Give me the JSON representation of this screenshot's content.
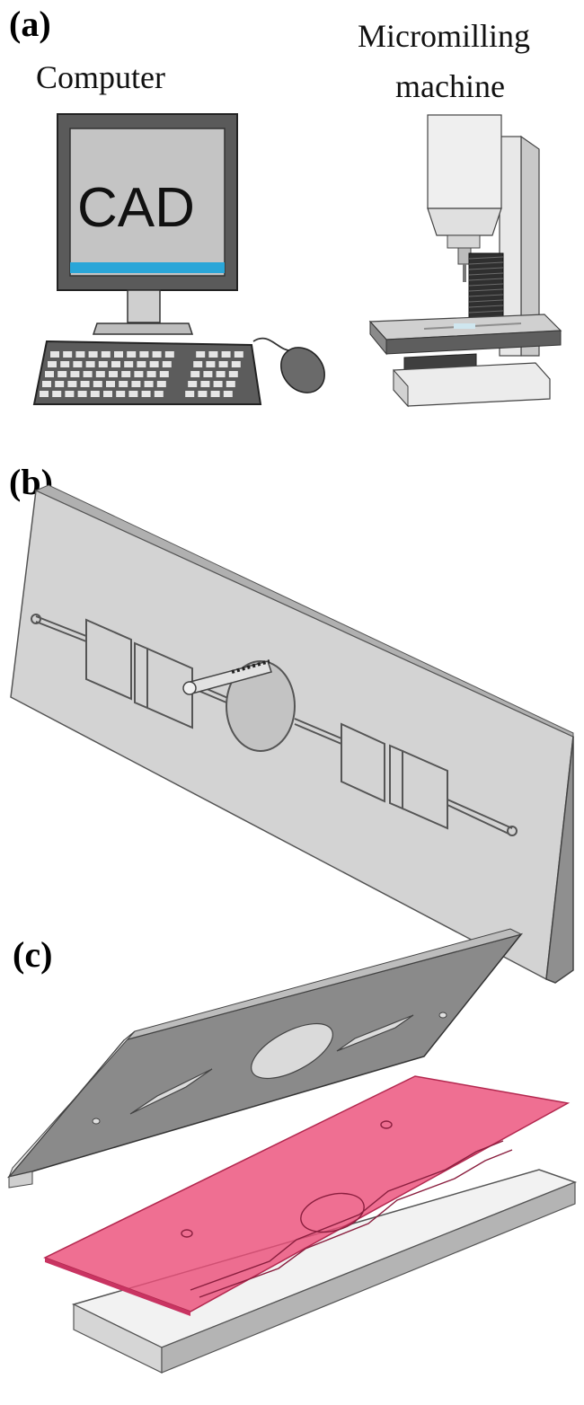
{
  "panels": [
    {
      "label": "(a)",
      "computer_caption": "Computer",
      "screen_text": "CAD",
      "machine_caption_line1": "Micromilling",
      "machine_caption_line2": "machine"
    },
    {
      "label": "(b)"
    },
    {
      "label": "(c)"
    }
  ],
  "colors": {
    "plate": "#cfcfcf",
    "plate_side": "#8e8e8e",
    "dark_plate": "#8a8a8a",
    "film": "#ec4f7a",
    "screen_accent": "#2aa6d8"
  }
}
